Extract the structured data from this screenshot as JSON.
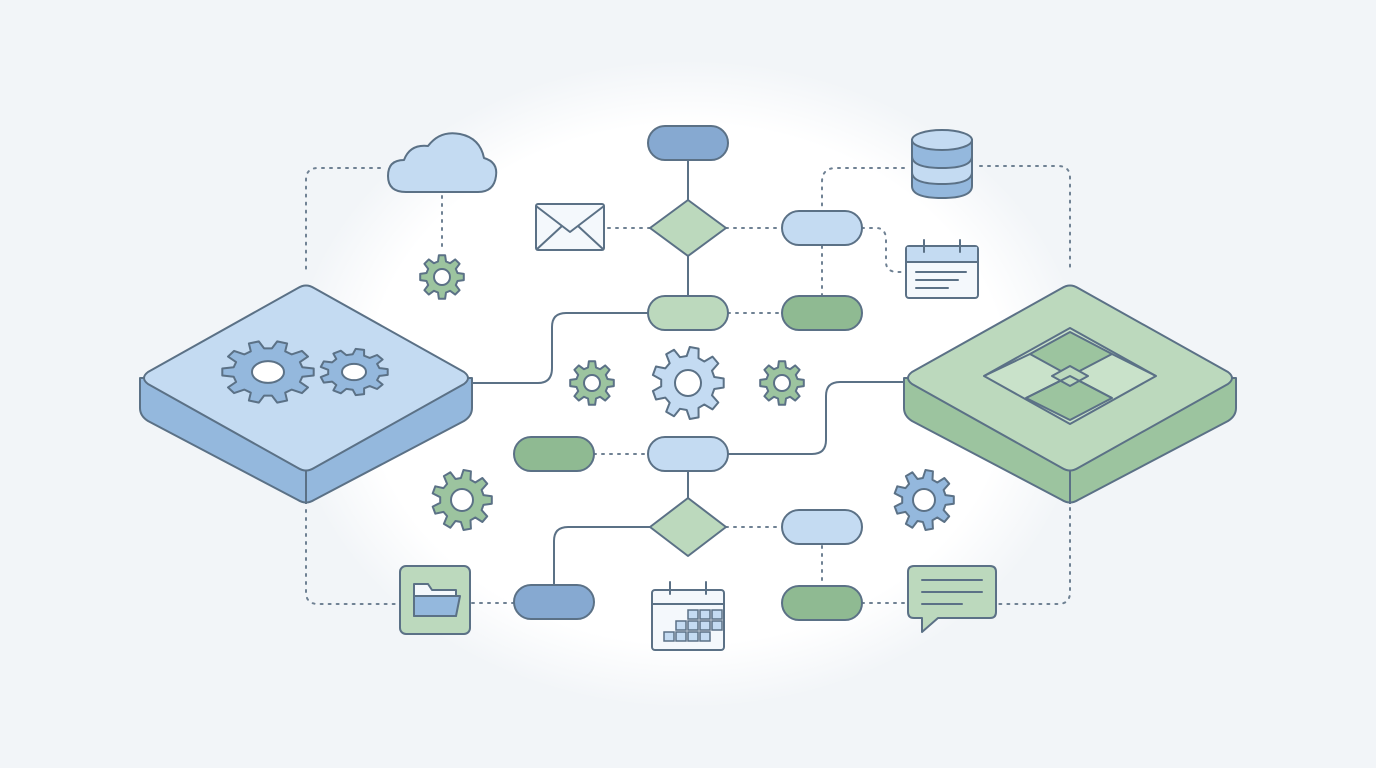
{
  "colors": {
    "background": "#f2f5f8",
    "halo": "#ffffff",
    "stroke": "#5b7186",
    "blue_fill": "#c4dbf2",
    "blue_mid": "#94b8dd",
    "blue_deep": "#86a9d1",
    "green_fill": "#bcd9bd",
    "green_mid": "#9cc49f",
    "green_deep": "#8fba92",
    "white_fill": "#f4f8fc"
  },
  "diagram": {
    "platforms": [
      {
        "name": "gear-hub",
        "color": "blue",
        "icon": "gears-icon"
      },
      {
        "name": "integration-hub",
        "color": "green",
        "icon": "puzzle-icon"
      }
    ],
    "nodes": [
      {
        "name": "flow-start-pill",
        "shape": "pill",
        "color": "blue-mid"
      },
      {
        "name": "flow-decision-top",
        "shape": "diamond",
        "color": "green"
      },
      {
        "name": "flow-step-2",
        "shape": "pill",
        "color": "green"
      },
      {
        "name": "flow-step-3",
        "shape": "pill",
        "color": "blue"
      },
      {
        "name": "flow-decision-bottom",
        "shape": "diamond",
        "color": "green"
      },
      {
        "name": "flow-end-pill",
        "shape": "pill",
        "color": "blue-mid"
      },
      {
        "name": "right-pill-1",
        "shape": "pill",
        "color": "blue"
      },
      {
        "name": "right-pill-2",
        "shape": "pill",
        "color": "green-mid"
      },
      {
        "name": "right-pill-3",
        "shape": "pill",
        "color": "blue"
      },
      {
        "name": "right-pill-4",
        "shape": "pill",
        "color": "green-mid"
      },
      {
        "name": "left-pill",
        "shape": "pill",
        "color": "green-mid"
      }
    ],
    "icons": [
      "cloud-icon",
      "envelope-icon",
      "database-icon",
      "calendar-icon",
      "calendar-grid-icon",
      "folder-icon",
      "chat-bubble-icon",
      "gear-icon"
    ]
  }
}
